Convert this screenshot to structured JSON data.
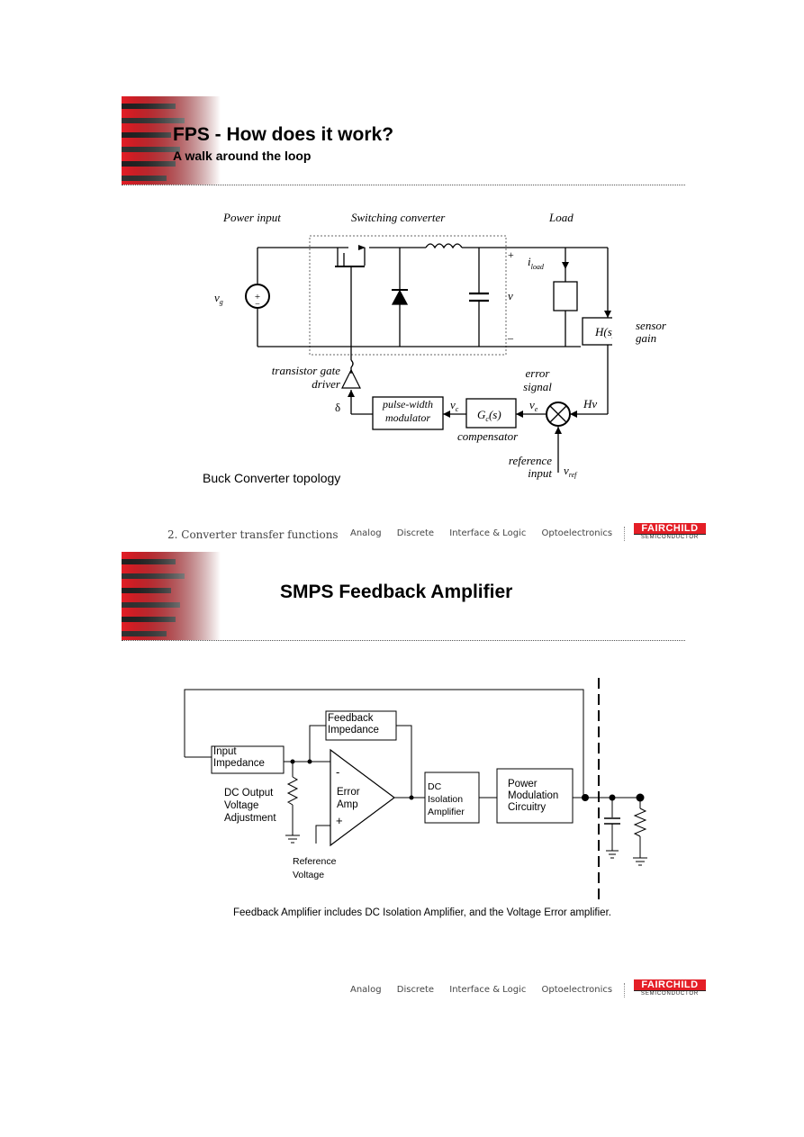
{
  "slide1": {
    "title": "FPS - How does it work?",
    "subtitle": "A walk around the loop",
    "diagram": {
      "power_input": "Power input",
      "switching_converter": "Switching converter",
      "load": "Load",
      "vg": "v",
      "vg_sub": "g",
      "plus": "+",
      "minus": "–",
      "v": "v",
      "iload": "i",
      "iload_sub": "load",
      "hs": "H(s)",
      "sensor_gain": "sensor gain",
      "transistor_gate_driver": "transistor gate driver",
      "error_signal": "error signal",
      "delta": "δ",
      "pwm": "pulse-width modulator",
      "vc": "v",
      "vc_sub": "c",
      "gc": "G",
      "gc_sub": "c",
      "gc_rest": "(s)",
      "ve": "v",
      "ve_sub": "e",
      "hv": "Hv",
      "compensator": "compensator",
      "reference_input": "reference input",
      "vref": "v",
      "vref_sub": "ref"
    },
    "caption": "Buck Converter topology",
    "footer_left": "2. Converter transfer functions"
  },
  "slide2": {
    "title": "SMPS Feedback Amplifier",
    "diagram": {
      "feedback_impedance": "Feedback Impedance",
      "input_impedance": "Input Impedance",
      "dc_output": "DC Output Voltage Adjustment",
      "error_amp": "Error Amp",
      "minus": "-",
      "plus": "+",
      "dc_isolation": "DC Isolation Amplifier",
      "power_modulation": "Power Modulation Circuitry",
      "reference_voltage": "Reference Voltage"
    },
    "caption": "Feedback Amplifier includes DC Isolation Amplifier, and the Voltage Error amplifier."
  },
  "footer": {
    "links": [
      "Analog",
      "Discrete",
      "Interface & Logic",
      "Optoelectronics"
    ],
    "logo_top": "FAIRCHILD",
    "logo_bottom": "SEMICONDUCTOR"
  },
  "colors": {
    "accent": "#e41e26"
  }
}
